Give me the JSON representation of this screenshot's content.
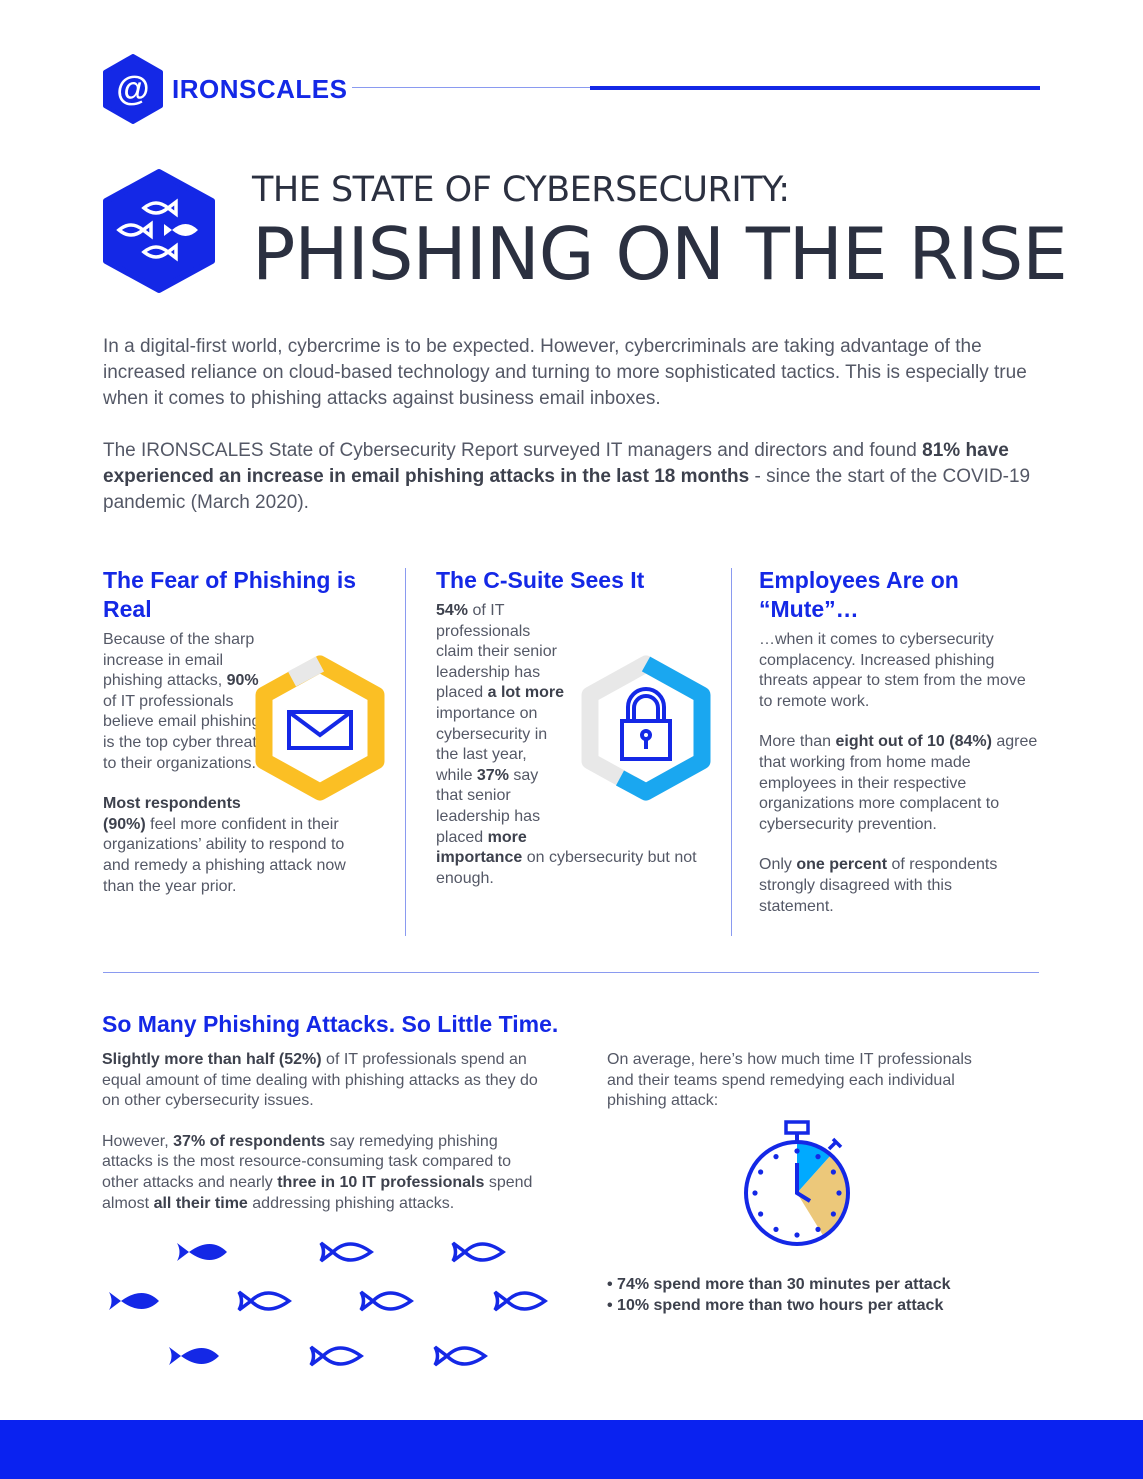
{
  "brand": {
    "name": "IRONSCALES",
    "color": "#1428e6"
  },
  "title": {
    "line1": "THE STATE OF CYBERSECURITY:",
    "line2": "PHISHING ON THE RISE"
  },
  "intro": {
    "p1": "In a digital-first world, cybercrime is to be expected. However, cybercriminals are taking advantage of the increased reliance on cloud-based technology and turning to more sophisticated tactics. This is especially true when it comes to phishing attacks against business email inboxes.",
    "p2a": "The IRONSCALES State of Cybersecurity Report surveyed IT managers and directors and found ",
    "p2b": "81% have experienced an increase in email phishing attacks in the last 18 months",
    "p2c": " - since the start of the COVID-19 pandemic (March 2020)."
  },
  "col1": {
    "heading": "The Fear of Phishing is Real",
    "p1a": "Because of the sharp increase in email phishing attacks, ",
    "p1b": "90%",
    "p1c": " of IT professionals believe email phishing is the top cyber threat to their organizations.",
    "p2a": "Most respondents (90%)",
    "p2b": " feel more confident in their organizations’ ability to respond to and remedy a phishing attack now than the year prior.",
    "icon": "envelope-icon",
    "ring_color": "#fbbf24"
  },
  "col2": {
    "heading": "The C-Suite Sees It",
    "a": "54%",
    "b": " of IT professionals claim their senior leadership has placed ",
    "c": "a lot more",
    "d": " importance on cybersecurity in the last year, while ",
    "e": "37%",
    "f": " say that senior leadership has placed ",
    "g": "more importance",
    "h": " on cybersecurity but not enough.",
    "icon": "padlock-icon",
    "ring_color": "#1aa7f0"
  },
  "col3": {
    "heading": "Employees Are on “Mute”…",
    "p1": "…when it comes to cybersecurity complacency. Increased phishing threats appear to stem from the move to remote work.",
    "p2a": "More than ",
    "p2b": "eight out of 10 (84%)",
    "p2c": " agree that working from home made employees in their respective organizations more complacent to cybersecurity prevention.",
    "p3a": "Only ",
    "p3b": "one percent",
    "p3c": " of respondents strongly disagreed with this statement."
  },
  "section": {
    "heading": "So Many Phishing Attacks. So Little Time.",
    "l1a": "Slightly more than half (52%)",
    "l1b": " of IT professionals spend an equal amount of time dealing with phishing attacks as they do on other cybersecurity issues.",
    "l2a": "However, ",
    "l2b": "37% of respondents",
    "l2c": " say remedying phishing attacks is the most resource-consuming task compared to other attacks and nearly ",
    "l2d": "three in 10 IT professionals",
    "l2e": " spend almost ",
    "l2f": "all their time",
    "l2g": " addressing phishing attacks.",
    "r1": "On average, here’s how much time IT professionals and their teams spend remedying each individual phishing attack:",
    "bullets": [
      "• 74% spend more than 30 minutes per attack",
      "• 10% spend more than two hours per attack"
    ],
    "stopwatch_colors": {
      "light": "#00aaff",
      "tan": "#ecc87a"
    }
  }
}
